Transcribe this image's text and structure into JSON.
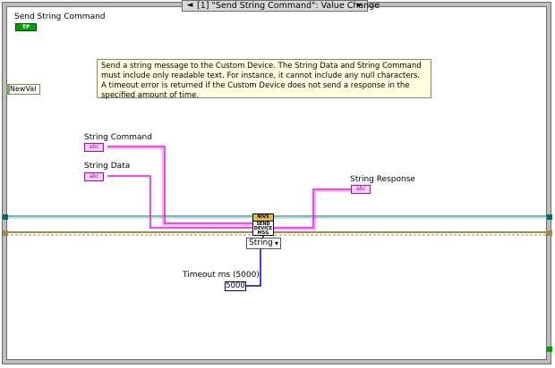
{
  "case_selector": {
    "left_arrow": "◄",
    "label": "[1] \"Send String Command\": Value Change",
    "right_arrow": "►"
  },
  "controls": {
    "send_string_command_label": "Send String Command",
    "bool_terminal_text": "TF",
    "newval_label": "NewVal",
    "string_command_label": "String Command",
    "string_data_label": "String Data",
    "string_response_label": "String Response",
    "string_terminal_text": "abc",
    "timeout_label": "Timeout ms (5000)",
    "timeout_value": "5000",
    "enum_value": "String",
    "enum_dropdown": "▾"
  },
  "subvi": {
    "header": "NIVS",
    "line1": "SEND",
    "line2": "DEVICE",
    "line3": "MSG"
  },
  "comment": {
    "text": "Send a string message to the Custom Device. The String Data and String Command must include only readable text. For instance, it cannot include any null characters. A timeout error is returned if the Custom Device does not send a response in the specified amount of time."
  },
  "colors": {
    "string_wire": "#ff00ff",
    "cluster_wire": "#006c6c",
    "error_wire": "#a8884a",
    "numeric_wire": "#0000c0",
    "boolean": "#00a000",
    "comment_bg": "#ffffe1"
  }
}
